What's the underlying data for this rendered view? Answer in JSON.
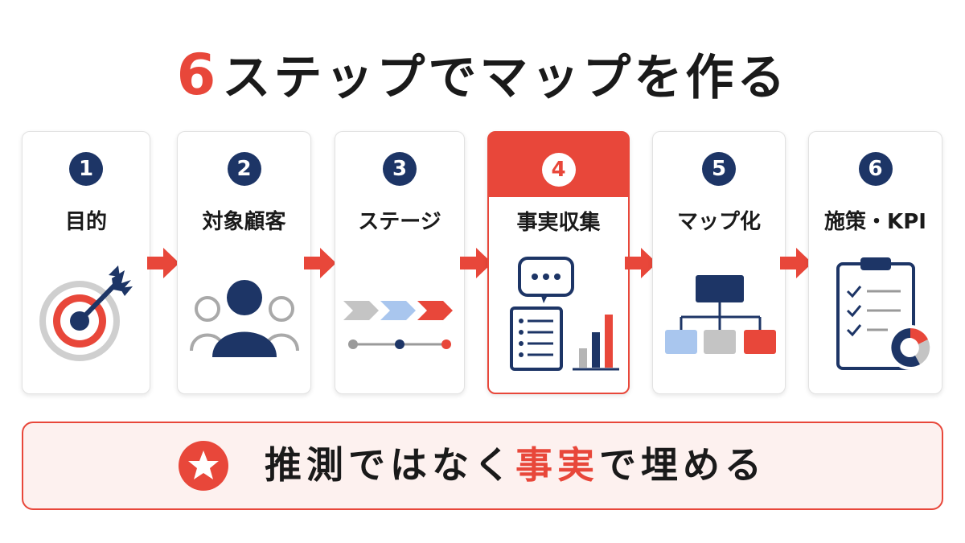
{
  "title": {
    "number": "6",
    "text": "ステップでマップを作る"
  },
  "steps": [
    {
      "number": "1",
      "label": "目的",
      "icon": "target-icon"
    },
    {
      "number": "2",
      "label": "対象顧客",
      "icon": "customer-icon"
    },
    {
      "number": "3",
      "label": "ステージ",
      "icon": "stages-icon"
    },
    {
      "number": "4",
      "label": "事実収集",
      "icon": "data-collection-icon",
      "active": true
    },
    {
      "number": "5",
      "label": "マップ化",
      "icon": "hierarchy-map-icon"
    },
    {
      "number": "6",
      "label": "施策・KPI",
      "icon": "clipboard-kpi-icon"
    }
  ],
  "banner": {
    "icon": "star-icon",
    "text_before": "推測ではなく",
    "text_emphasis": "事実",
    "text_after": "で埋める"
  },
  "colors": {
    "accent": "#e8473a",
    "navy": "#1d3566",
    "light_blue": "#a9c6ee",
    "gray": "#c4c4c4",
    "banner_bg": "#fdf1ef"
  }
}
